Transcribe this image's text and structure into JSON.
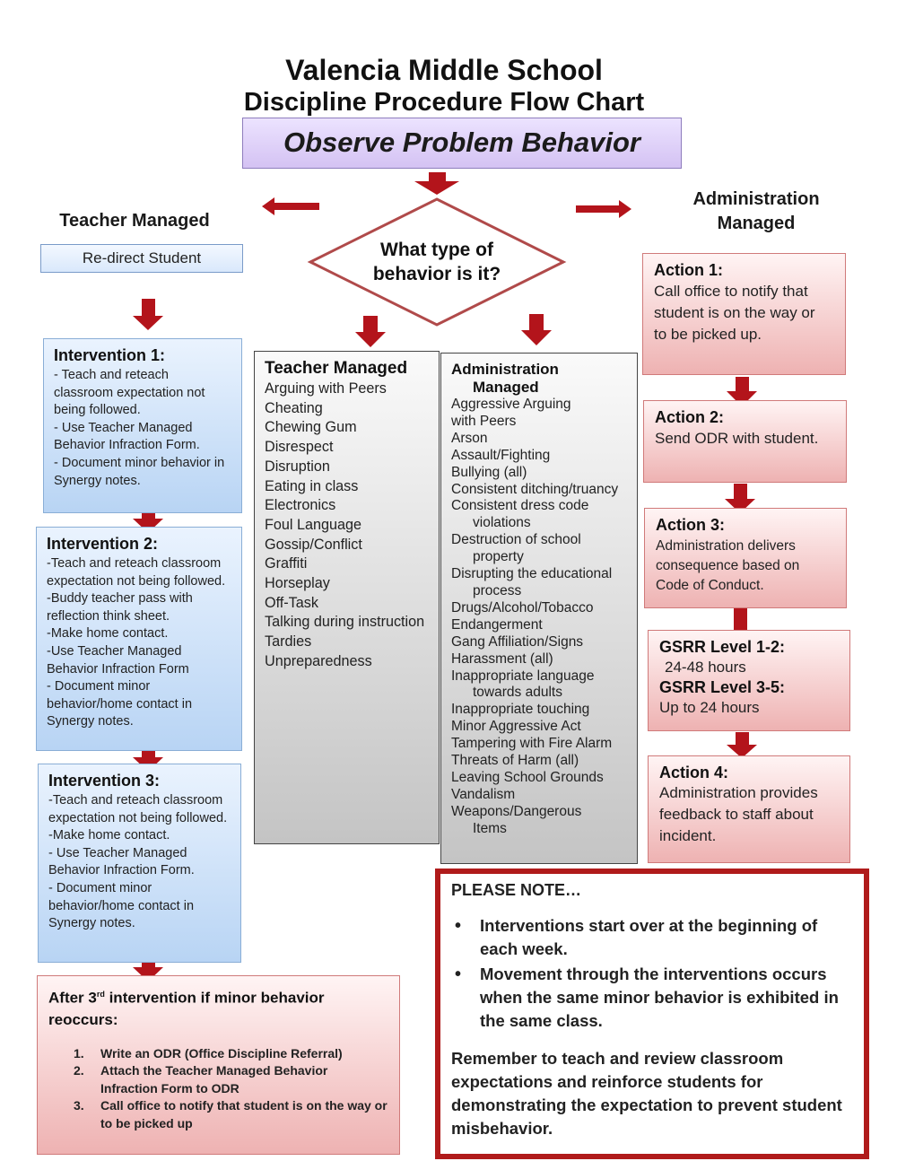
{
  "header": {
    "school": "Valencia Middle School",
    "title": "Discipline Procedure Flow Chart",
    "start": "Observe Problem Behavior"
  },
  "decision": {
    "line1": "What type of",
    "line2": "behavior is it?"
  },
  "teacher_side": {
    "heading": "Teacher Managed",
    "redirect": "Re-direct Student",
    "interventions": [
      {
        "title": "Intervention 1:",
        "lines": [
          "- Teach and reteach",
          "classroom expectation not",
          "being followed.",
          "- Use Teacher Managed",
          "Behavior Infraction Form.",
          "- Document minor behavior in",
          "Synergy notes."
        ]
      },
      {
        "title": "Intervention 2:",
        "lines": [
          "-Teach and reteach classroom",
          "expectation not being followed.",
          "-Buddy teacher pass with",
          "reflection think sheet.",
          "-Make home contact.",
          "-Use Teacher Managed",
          "Behavior Infraction Form",
          "- Document minor",
          "behavior/home contact in",
          "Synergy notes."
        ]
      },
      {
        "title": "Intervention 3:",
        "lines": [
          "-Teach and reteach classroom",
          "expectation not being followed.",
          "-Make home contact.",
          "- Use Teacher Managed",
          "Behavior Infraction Form.",
          "- Document minor",
          "behavior/home contact in",
          "Synergy notes."
        ]
      }
    ],
    "after": {
      "title_pre": "After 3",
      "title_sup": "rd",
      "title_post": " intervention if minor behavior",
      "title_line2": "reoccurs:",
      "steps": [
        "Write an ODR (Office Discipline Referral)",
        "Attach the Teacher Managed Behavior Infraction Form to ODR",
        "Call office to notify that student is on the way or to be picked up"
      ]
    }
  },
  "teacher_list": {
    "heading": "Teacher Managed",
    "items": [
      "Arguing with Peers",
      "Cheating",
      "Chewing Gum",
      "Disrespect",
      "Disruption",
      "Eating in class",
      "Electronics",
      "Foul Language",
      "Gossip/Conflict",
      "Graffiti",
      "Horseplay",
      "Off-Task",
      "Talking during instruction",
      "Tardies",
      "Unpreparedness"
    ]
  },
  "admin_list": {
    "heading1": "Administration",
    "heading2": "Managed",
    "items": [
      {
        "text": "Aggressive Arguing",
        "indent": false
      },
      {
        "text": "with Peers",
        "indent": false
      },
      {
        "text": "Arson",
        "indent": false
      },
      {
        "text": "Assault/Fighting",
        "indent": false
      },
      {
        "text": "Bullying (all)",
        "indent": false
      },
      {
        "text": "Consistent ditching/truancy",
        "indent": false
      },
      {
        "text": "Consistent dress code",
        "indent": false
      },
      {
        "text": "violations",
        "indent": true
      },
      {
        "text": "Destruction of school",
        "indent": false
      },
      {
        "text": "property",
        "indent": true
      },
      {
        "text": "Disrupting the educational",
        "indent": false
      },
      {
        "text": "process",
        "indent": true
      },
      {
        "text": "Drugs/Alcohol/Tobacco",
        "indent": false
      },
      {
        "text": "Endangerment",
        "indent": false
      },
      {
        "text": "Gang Affiliation/Signs",
        "indent": false
      },
      {
        "text": "Harassment (all)",
        "indent": false
      },
      {
        "text": "Inappropriate language",
        "indent": false
      },
      {
        "text": "towards adults",
        "indent": true
      },
      {
        "text": "Inappropriate touching",
        "indent": false
      },
      {
        "text": "Minor Aggressive Act",
        "indent": false
      },
      {
        "text": "Tampering with Fire Alarm",
        "indent": false
      },
      {
        "text": "Threats of Harm (all)",
        "indent": false
      },
      {
        "text": "Leaving School Grounds",
        "indent": false
      },
      {
        "text": "Vandalism",
        "indent": false
      },
      {
        "text": "Weapons/Dangerous",
        "indent": false
      },
      {
        "text": "Items",
        "indent": true
      }
    ]
  },
  "admin_side": {
    "heading1": "Administration",
    "heading2": "Managed",
    "action1": {
      "title": "Action 1:",
      "lines": [
        "Call office to notify that",
        "student is on the way or",
        "to be picked up."
      ]
    },
    "action2": {
      "title": "Action 2:",
      "lines": [
        "Send ODR with student."
      ]
    },
    "action3": {
      "title": "Action 3:",
      "lines": [
        "Administration delivers",
        "consequence based on",
        "Code of Conduct."
      ]
    },
    "gsrr": {
      "level12": "GSRR Level 1-2:",
      "level12_val": "24-48 hours",
      "level35": "GSRR Level 3-5:",
      "level35_val": "Up to 24 hours"
    },
    "action4": {
      "title": "Action 4:",
      "lines": [
        "Administration provides",
        "feedback to staff about",
        "incident."
      ]
    }
  },
  "note": {
    "heading": "PLEASE NOTE…",
    "bullets": [
      "Interventions start over at the beginning of each week.",
      "Movement through the interventions occurs when the same minor behavior is exhibited in the same class."
    ],
    "remember": "Remember to teach and review classroom expectations and reinforce students for demonstrating the expectation to prevent student misbehavior."
  },
  "colors": {
    "arrow": "#b3141b",
    "blue_box": "#b8d4f4",
    "pink_box": "#eeb2b2",
    "note_border": "#b01b1b",
    "observe_box": "#d4c2f3"
  }
}
